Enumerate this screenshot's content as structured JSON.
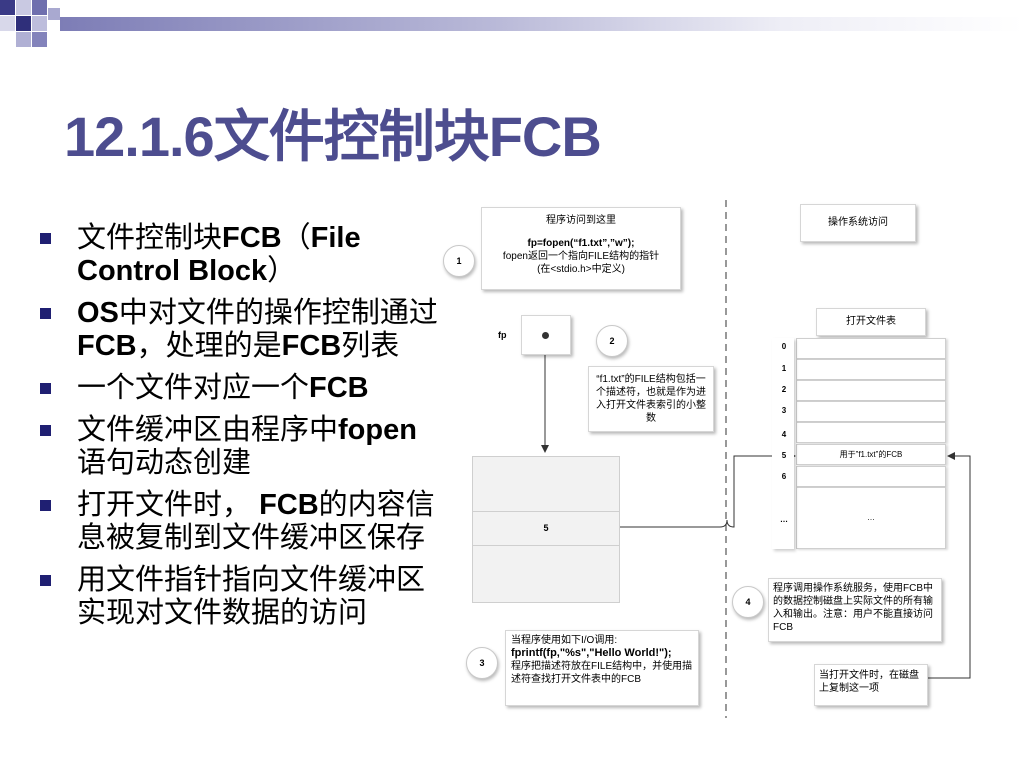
{
  "title": "12.1.6文件控制块FCB",
  "bullets": [
    "文件控制块FCB（File Control Block）",
    "OS中对文件的操作控制通过FCB，处理的是FCB列表",
    "一个文件对应一个FCB",
    "文件缓冲区由程序中fopen语句动态创建",
    "打开文件时， FCB的内容信息被复制到文件缓冲区保存",
    "用文件指针指向文件缓冲区实现对文件数据的访问"
  ],
  "diagram": {
    "step1": {
      "num": "1",
      "line1": "程序访问到这里",
      "line2": "fp=fopen(“f1.txt”,”w”);",
      "line3": "fopen返回一个指向FILE结构的指针",
      "line4": "(在<stdio.h>中定义)"
    },
    "os_label": "操作系统访问",
    "fp_label": "fp",
    "step2": {
      "num": "2",
      "text": "“f1.txt”的FILE结构包括一个描述符，也就是作为进入打开文件表索引的小整数"
    },
    "open_table": {
      "title": "打开文件表",
      "indices": [
        "0",
        "1",
        "2",
        "3",
        "4",
        "5",
        "6",
        "…"
      ],
      "row5_text": "用于”f1.txt”的FCB",
      "ellipsis": "…"
    },
    "file_buffer": {
      "index": "5"
    },
    "step3": {
      "num": "3",
      "line1": "当程序使用如下I/O调用:",
      "line2": "fprintf(fp,\"%s\",\"Hello World!\");",
      "line3": "程序把描述符放在FILE结构中，并使用描述符查找打开文件表中的FCB"
    },
    "step4": {
      "num": "4",
      "text": "程序调用操作系统服务，使用FCB中的数据控制磁盘上实际文件的所有输入和输出。注意：用户不能直接访问FCB"
    },
    "step5_text": "当打开文件时，在磁盘上复制这一项"
  },
  "colors": {
    "title": "#4d4d8f",
    "bullet": "#1f1f72"
  }
}
